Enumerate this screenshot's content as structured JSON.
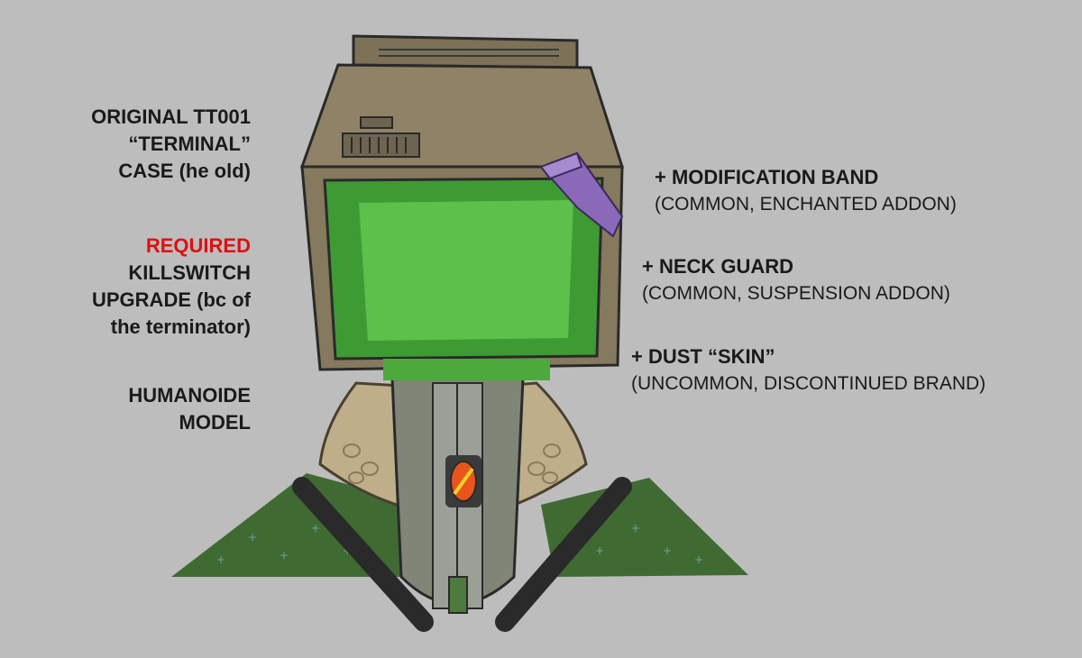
{
  "left_labels": {
    "case": [
      "ORIGINAL TT001",
      "“TERMINAL”",
      "CASE (he old)"
    ],
    "killswitch": {
      "highlight": "REQUIRED",
      "lines": [
        "KILLSWITCH",
        "UPGRADE (bc of",
        "the terminator)"
      ]
    },
    "model": [
      "HUMANOIDE",
      "MODEL"
    ]
  },
  "right_labels": {
    "band": {
      "title": "+ MODIFICATION BAND",
      "detail": "(COMMON, ENCHANTED ADDON)"
    },
    "neck": {
      "title": "+ NECK GUARD",
      "detail": "(COMMON, SUSPENSION ADDON)"
    },
    "dust": {
      "title": "+ DUST “SKIN”",
      "detail": "(UNCOMMON, DISCONTINUED BRAND)"
    }
  },
  "colors": {
    "background": "#bdbdbd",
    "screen": "#5cc04a",
    "case": "#8f8266",
    "neck_guard": "#bfae8a",
    "skin": "#3f6b33",
    "band": "#8a6ab8",
    "killswitch": "#e8541c",
    "highlight_text": "#e01010"
  }
}
